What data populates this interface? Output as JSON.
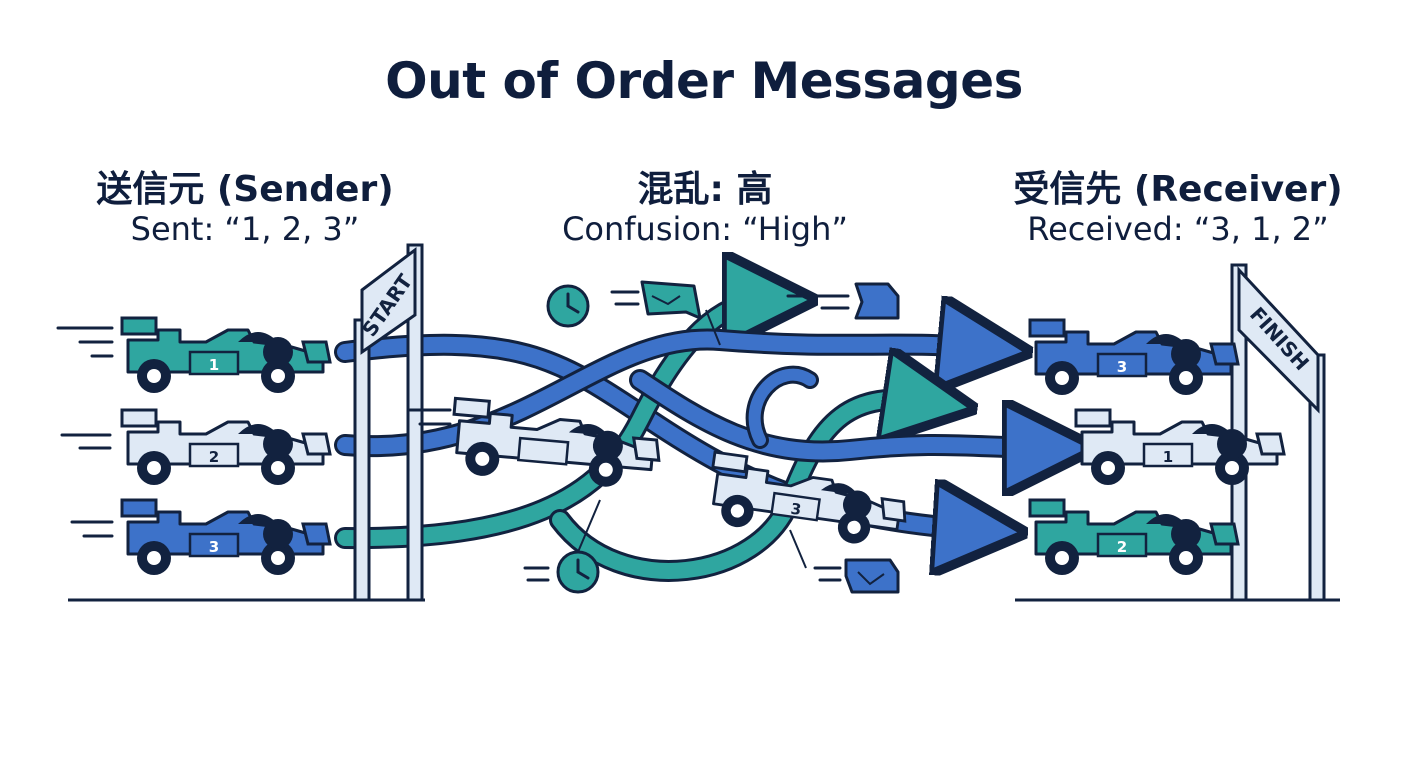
{
  "title": "Out of Order Messages",
  "sender": {
    "heading": "送信元 (Sender)",
    "subtitle": "Sent: “1, 2, 3”",
    "cars": [
      "1",
      "2",
      "3"
    ]
  },
  "middle": {
    "heading": "混乱: 高",
    "subtitle": "Confusion: “High”",
    "cars": [
      "3"
    ]
  },
  "receiver": {
    "heading": "受信先 (Receiver)",
    "subtitle": "Received: “3, 1, 2”",
    "cars": [
      "3",
      "1",
      "2"
    ]
  },
  "signs": {
    "start": "START",
    "finish": "FINISH"
  },
  "colors": {
    "navy": "#0f1e3d",
    "blue": "#3d72c9",
    "teal": "#2fa6a0",
    "pale": "#dfe9f5",
    "outline": "#12223f"
  }
}
